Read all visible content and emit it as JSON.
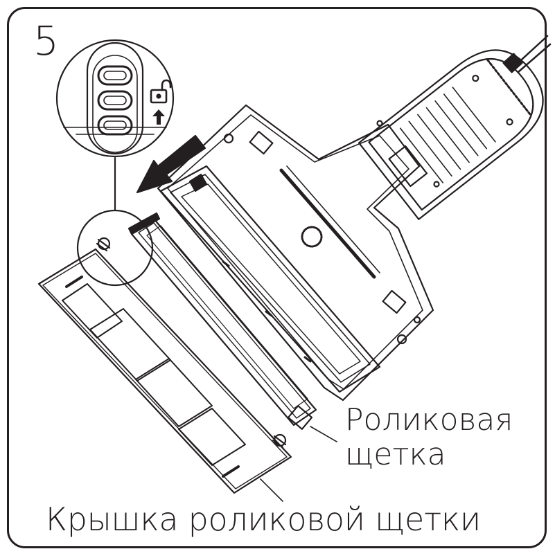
{
  "step": {
    "number": "5"
  },
  "labels": {
    "roller_line1": "Роликовая",
    "roller_line2": "щетка",
    "cover": "Крышка роликовой щетки"
  },
  "icons": {
    "unlock": "unlock-icon",
    "arrow_up": "arrow-up-icon",
    "slide_arrow": "slide-direction-arrow"
  },
  "colors": {
    "ink": "#231f20",
    "paper": "#ffffff"
  }
}
